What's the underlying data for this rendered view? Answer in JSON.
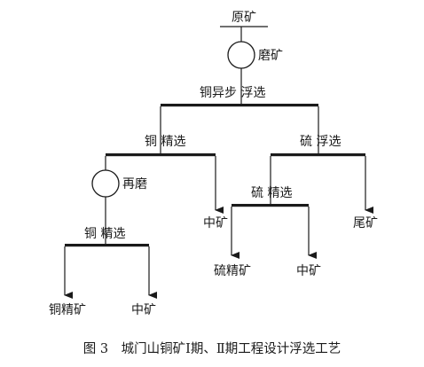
{
  "diagram": {
    "nodes": {
      "feed": "原矿",
      "grinding": "磨矿",
      "bulk_flotation": "铜异步 浮选",
      "copper_flotation": "铜 精选",
      "sulfur_flotation": "硫 浮选",
      "regrind": "再磨",
      "copper_cleaning": "铜 精选",
      "sulfur_cleaning": "硫 精选"
    },
    "products": {
      "copper_concentrate": "铜精矿",
      "middling_a": "中矿",
      "middling_b": "中矿",
      "sulfur_concentrate": "硫精矿",
      "middling_c": "中矿",
      "tailings": "尾矿"
    }
  },
  "caption": "图 3　城门山铜矿Ⅰ期、Ⅱ期工程设计浮选工艺"
}
